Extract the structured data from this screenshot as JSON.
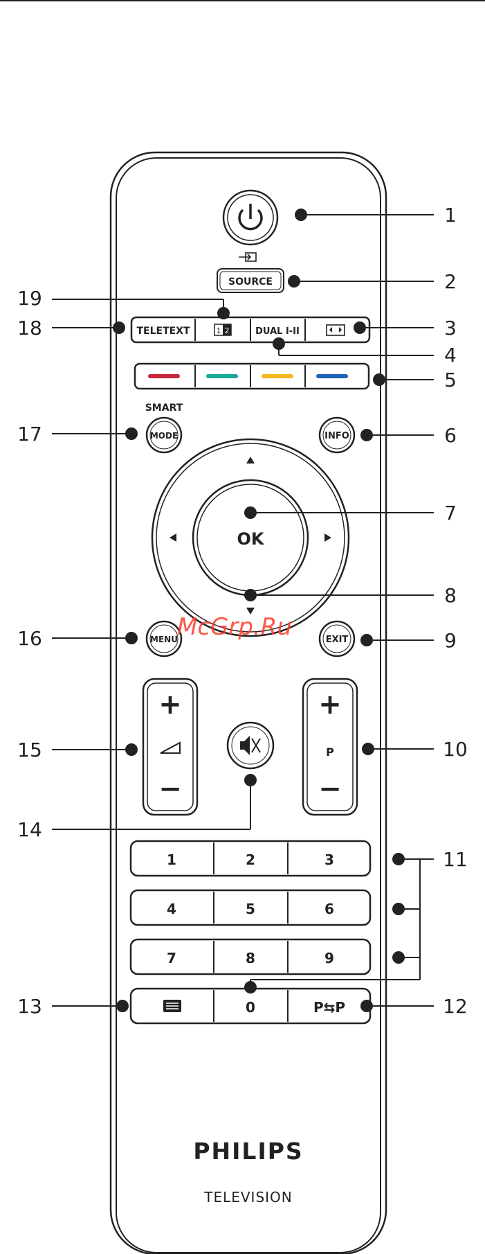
{
  "buttons": {
    "source": "SOURCE",
    "teletext": "TELETEXT",
    "dual": "DUAL I-II",
    "smart": "SMART",
    "mode": "MODE",
    "info": "INFO",
    "ok": "OK",
    "menu": "MENU",
    "exit": "EXIT",
    "prog": "P",
    "plus": "+",
    "minus": "−",
    "swap": "P⇆P",
    "zero": "0",
    "keys": [
      "1",
      "2",
      "3",
      "4",
      "5",
      "6",
      "7",
      "8",
      "9"
    ]
  },
  "brand": {
    "name": "PHILIPS",
    "subtitle": "TELEVISION"
  },
  "callouts": [
    "1",
    "2",
    "3",
    "4",
    "5",
    "6",
    "7",
    "8",
    "9",
    "10",
    "11",
    "12",
    "13",
    "14",
    "15",
    "16",
    "17",
    "18",
    "19"
  ],
  "watermark": "McGrp.Ru",
  "colors": {
    "red": "#c8283a",
    "green": "#1aa89a",
    "yellow": "#f2b81e",
    "blue": "#1e63b4",
    "watermark": "#ff3a2a"
  }
}
